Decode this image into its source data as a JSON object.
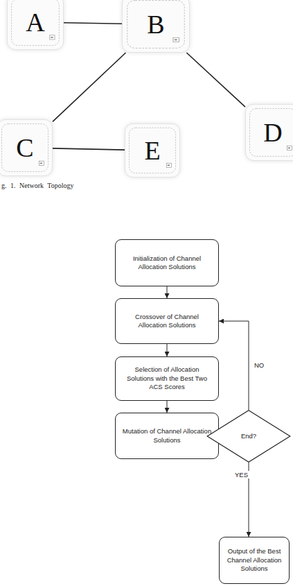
{
  "diagram": {
    "caption": "g. 1. Network Topology",
    "nodes": [
      {
        "text": [
          "A"
        ]
      },
      {
        "text": [
          "B"
        ]
      },
      {
        "text": [
          "C"
        ]
      },
      {
        "text": [
          "D"
        ]
      },
      {
        "text": [
          "E"
        ]
      },
      {
        "text": [
          "Initialization of Channel Allocation Solutions"
        ]
      },
      {
        "text": [
          "Crossover of Channel Allocation Solutions"
        ]
      },
      {
        "text": [
          "Selection of Allocation Solutions with the Best Two ACS Scores"
        ]
      },
      {
        "text": [
          "Mutation of Channel Allocation Solutions"
        ]
      },
      {
        "text": [
          "End?"
        ]
      },
      {
        "text": [
          "Output of the Best Channel Allocation Solutions"
        ]
      }
    ],
    "edges": [
      {
        "from": 0,
        "to": 1,
        "arrow": "none"
      },
      {
        "from": 1,
        "to": 2,
        "arrow": "none"
      },
      {
        "from": 1,
        "to": 3,
        "arrow": "none"
      },
      {
        "from": 2,
        "to": 4,
        "arrow": "none"
      },
      {
        "from": 5,
        "to": 6,
        "arrow": "to"
      },
      {
        "from": 6,
        "to": 7,
        "arrow": "to"
      },
      {
        "from": 7,
        "to": 8,
        "arrow": "to"
      },
      {
        "from": 8,
        "to": 9,
        "arrow": "to"
      },
      {
        "from": 9,
        "to": 6,
        "label": "NO",
        "arrow": "to"
      },
      {
        "from": 9,
        "to": 10,
        "label": "YES",
        "arrow": "to"
      }
    ]
  }
}
